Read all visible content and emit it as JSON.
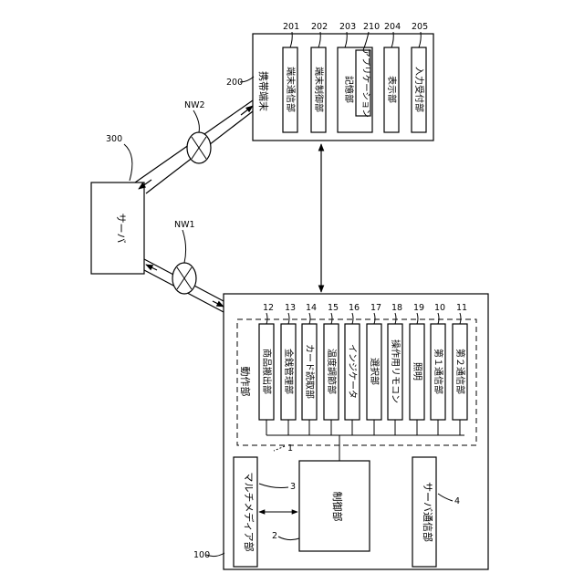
{
  "device_100": {
    "ref": "100",
    "operation_group": {
      "ref": "1",
      "label": "動作部",
      "units": [
        {
          "ref": "12",
          "label": "商品搬出部"
        },
        {
          "ref": "13",
          "label": "金銭管理部"
        },
        {
          "ref": "14",
          "label": "カード読取部"
        },
        {
          "ref": "15",
          "label": "温度調節部"
        },
        {
          "ref": "16",
          "label": "インジケータ"
        },
        {
          "ref": "17",
          "label": "選択部"
        },
        {
          "ref": "18",
          "label": "操作用リモコン"
        },
        {
          "ref": "19",
          "label": "照明"
        },
        {
          "ref": "10",
          "label": "第１通信部"
        },
        {
          "ref": "11",
          "label": "第２通信部"
        }
      ]
    },
    "control": {
      "ref": "2",
      "label": "制御部"
    },
    "multimedia": {
      "ref": "3",
      "label": "マルチメディア部"
    },
    "server_comm": {
      "ref": "4",
      "label": "サーバ通信部"
    }
  },
  "server": {
    "ref": "300",
    "label": "サーバ"
  },
  "networks": {
    "nw1": "NW1",
    "nw2": "NW2"
  },
  "terminal_200": {
    "ref": "200",
    "label": "携帯端末",
    "units": [
      {
        "ref": "201",
        "label": "端末通信部"
      },
      {
        "ref": "202",
        "label": "端末制御部"
      },
      {
        "ref": "203",
        "label": "記憶部"
      },
      {
        "ref": "204",
        "label": "表示部"
      },
      {
        "ref": "205",
        "label": "入力受付部"
      }
    ],
    "app": {
      "ref": "210",
      "label": "アプリケーション"
    }
  }
}
